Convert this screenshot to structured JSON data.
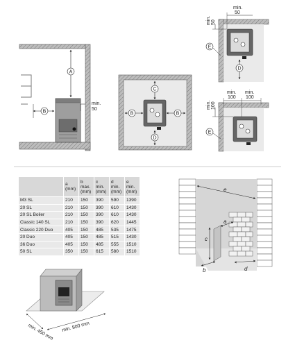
{
  "table": {
    "headers": [
      {
        "key": "model",
        "lines": [
          ""
        ]
      },
      {
        "key": "a",
        "lines": [
          "a",
          "(mm)"
        ]
      },
      {
        "key": "b",
        "lines": [
          "b",
          "max.",
          "(mm)"
        ]
      },
      {
        "key": "c",
        "lines": [
          "c",
          "min.",
          "(mm)"
        ]
      },
      {
        "key": "d",
        "lines": [
          "d",
          "min.",
          "(mm)"
        ]
      },
      {
        "key": "e",
        "lines": [
          "e",
          "min.",
          "(mm)"
        ]
      }
    ],
    "rows": [
      {
        "model": "M3 SL",
        "a": "210",
        "b": "150",
        "c": "390",
        "d": "590",
        "e": "1390"
      },
      {
        "model": "20 SL",
        "a": "210",
        "b": "150",
        "c": "390",
        "d": "610",
        "e": "1430"
      },
      {
        "model": "20 SL Boiler",
        "a": "210",
        "b": "150",
        "c": "390",
        "d": "610",
        "e": "1430"
      },
      {
        "model": "Classic 140 SL",
        "a": "210",
        "b": "150",
        "c": "390",
        "d": "620",
        "e": "1445"
      },
      {
        "model": "Classic 220 Duo",
        "a": "405",
        "b": "150",
        "c": "485",
        "d": "535",
        "e": "1475"
      },
      {
        "model": "20 Duo",
        "a": "405",
        "b": "150",
        "c": "485",
        "d": "515",
        "e": "1430"
      },
      {
        "model": "36 Duo",
        "a": "405",
        "b": "150",
        "c": "485",
        "d": "555",
        "e": "1510"
      },
      {
        "model": "50 SL",
        "a": "350",
        "b": "150",
        "c": "615",
        "d": "580",
        "e": "1510"
      }
    ]
  },
  "labels": {
    "A": "A",
    "B": "B",
    "C": "C",
    "D": "D",
    "E": "E",
    "a": "a",
    "b": "b",
    "c": "c",
    "d": "d",
    "e": "e",
    "min": "min.",
    "fifty": "50",
    "hundred": "100",
    "min450": "min. 450 mm",
    "min800": "min. 800 mm"
  }
}
